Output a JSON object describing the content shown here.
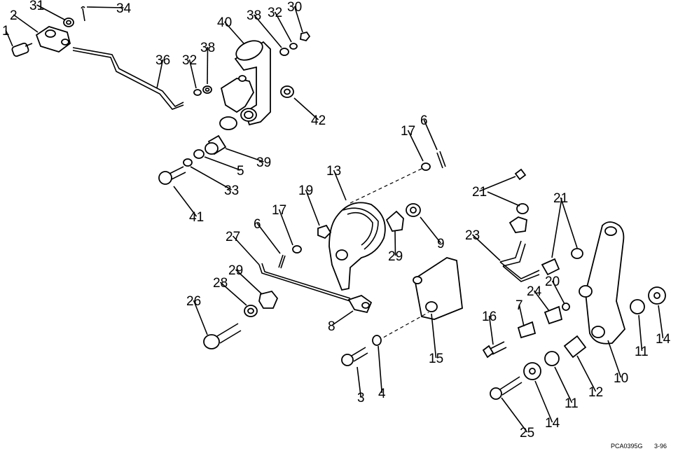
{
  "callouts": [
    "1",
    "2",
    "31",
    "34",
    "36",
    "32",
    "38",
    "40",
    "38",
    "32",
    "30",
    "42",
    "39",
    "5",
    "33",
    "41",
    "13",
    "19",
    "17",
    "6",
    "17",
    "6",
    "27",
    "29",
    "29",
    "9",
    "28",
    "26",
    "8",
    "3",
    "4",
    "15",
    "21",
    "21",
    "23",
    "20",
    "24",
    "7",
    "16",
    "10",
    "11",
    "14",
    "12",
    "11",
    "14",
    "25"
  ],
  "footer": {
    "code": "PCA0395G",
    "page": "3-96"
  }
}
